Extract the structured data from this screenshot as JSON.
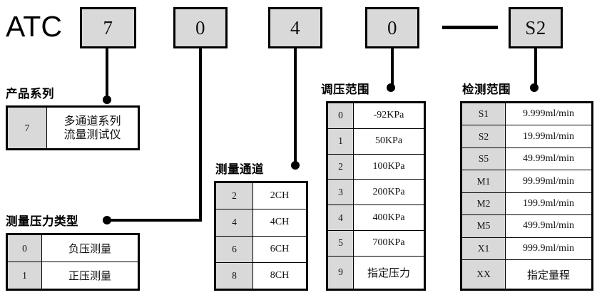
{
  "model": {
    "prefix": "ATC",
    "codes": [
      "7",
      "0",
      "4",
      "0",
      "S2"
    ],
    "separator": "—"
  },
  "groups": {
    "product_series": {
      "caption": "产品系列",
      "rows": [
        {
          "code": "7",
          "desc": "多通道系列\n流量测试仪"
        }
      ]
    },
    "pressure_type": {
      "caption": "测量压力类型",
      "rows": [
        {
          "code": "0",
          "desc": "负压测量"
        },
        {
          "code": "1",
          "desc": "正压测量"
        }
      ]
    },
    "channels": {
      "caption": "测量通道",
      "rows": [
        {
          "code": "2",
          "desc": "2CH"
        },
        {
          "code": "4",
          "desc": "4CH"
        },
        {
          "code": "6",
          "desc": "6CH"
        },
        {
          "code": "8",
          "desc": "8CH"
        }
      ]
    },
    "pressure_range": {
      "caption": "调压范围",
      "rows": [
        {
          "code": "0",
          "desc": "-92KPa"
        },
        {
          "code": "1",
          "desc": "50KPa"
        },
        {
          "code": "2",
          "desc": "100KPa"
        },
        {
          "code": "3",
          "desc": "200KPa"
        },
        {
          "code": "4",
          "desc": "400KPa"
        },
        {
          "code": "5",
          "desc": "700KPa"
        },
        {
          "code": "9",
          "desc": "指定压力"
        }
      ]
    },
    "detection_range": {
      "caption": "检测范围",
      "rows": [
        {
          "code": "S1",
          "desc": "9.999ml/min"
        },
        {
          "code": "S2",
          "desc": "19.99ml/min"
        },
        {
          "code": "S5",
          "desc": "49.99ml/min"
        },
        {
          "code": "M1",
          "desc": "99.99ml/min"
        },
        {
          "code": "M2",
          "desc": "199.9ml/min"
        },
        {
          "code": "M5",
          "desc": "499.9ml/min"
        },
        {
          "code": "X1",
          "desc": "999.9ml/min"
        },
        {
          "code": "XX",
          "desc": "指定量程"
        }
      ]
    }
  },
  "colors": {
    "code_fill": "#d9d9d9",
    "line": "#000000",
    "background": "#ffffff"
  }
}
